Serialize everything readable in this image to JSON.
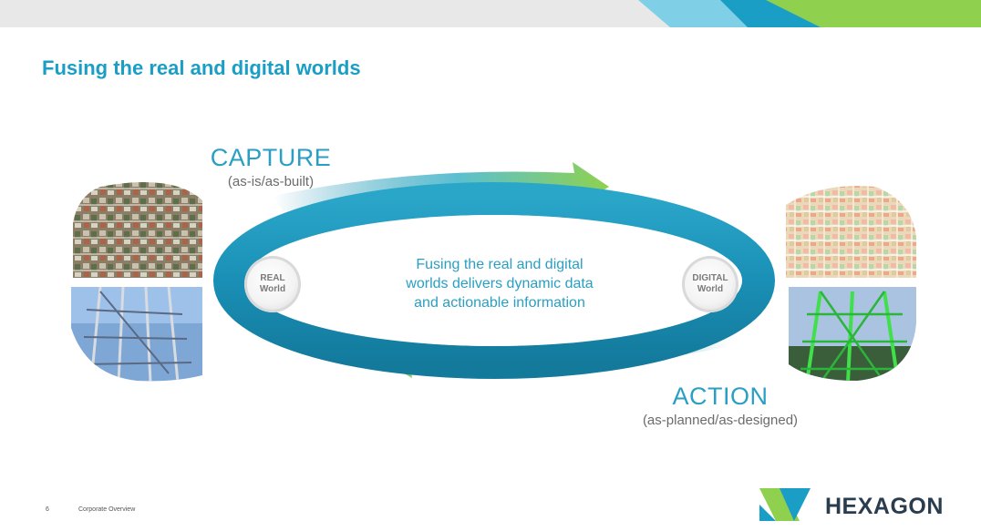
{
  "slide": {
    "title": "Fusing the real and digital worlds",
    "capture_heading": "CAPTURE",
    "capture_sub": "(as-is/as-built)",
    "action_heading": "ACTION",
    "action_sub": "(as-planned/as-designed)",
    "center_line1": "Fusing the real and digital",
    "center_line2": "worlds delivers dynamic data",
    "center_line3": "and actionable information",
    "real_badge_line1": "REAL",
    "real_badge_line2": "World",
    "digital_badge_line1": "DIGITAL",
    "digital_badge_line2": "World"
  },
  "footer": {
    "page_number": "6",
    "label": "Corporate Overview"
  },
  "logo": {
    "text": "HEXAGON"
  },
  "colors": {
    "title": "#1a9ec5",
    "ring": "#1e8fb3",
    "arrow_green": "#8fd14f",
    "text_blue": "#2a9fc3"
  }
}
